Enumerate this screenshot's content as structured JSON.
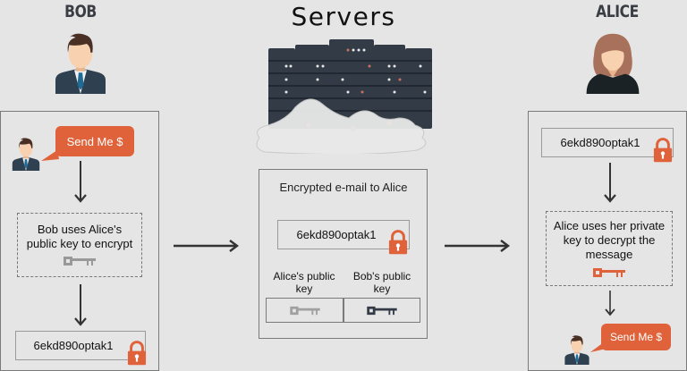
{
  "bob": {
    "name": "BOB"
  },
  "alice": {
    "name": "ALICE"
  },
  "servers": {
    "title": "Servers"
  },
  "bob_panel": {
    "bubble": "Send Me $",
    "step": "Bob uses Alice's public key to encrypt",
    "ciphertext": "6ekd890optak1"
  },
  "server_panel": {
    "title": "Encrypted e-mail to Alice",
    "ciphertext": "6ekd890optak1",
    "keys": [
      {
        "label": "Alice's public key",
        "style": "light"
      },
      {
        "label": "Bob's public key",
        "style": "dark"
      }
    ]
  },
  "alice_panel": {
    "ciphertext": "6ekd890optak1",
    "step": "Alice uses her private key to decrypt the message",
    "bubble": "Send Me $"
  },
  "colors": {
    "accent": "#e0623a",
    "dark": "#3a3d44",
    "background": "#e5e5e5"
  }
}
